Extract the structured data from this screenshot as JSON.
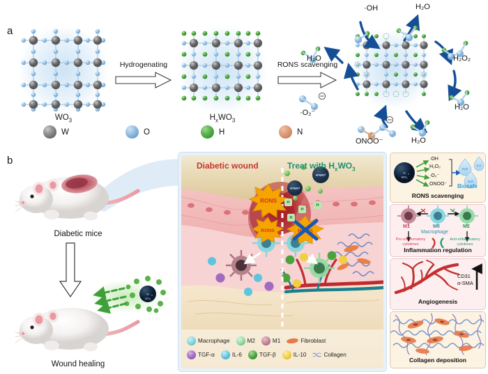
{
  "figure": {
    "panel_a_letter": "a",
    "panel_b_letter": "b"
  },
  "panel_a": {
    "structures": [
      {
        "name": "wo3",
        "formula_html": "WO<sub>3</sub>",
        "formula_text": "WO3"
      },
      {
        "name": "hxwo3",
        "formula_html": "H<sub>x</sub>WO<sub>3</sub>",
        "formula_text": "HxWO3"
      }
    ],
    "arrows": [
      {
        "name": "hydrogenating",
        "label": "Hydrogenating"
      },
      {
        "name": "rons-scavenging",
        "label": "RONS scavenging"
      }
    ],
    "atom_legend": [
      {
        "symbol": "W",
        "name": "tungsten",
        "color": "#7a7a7a"
      },
      {
        "symbol": "O",
        "name": "oxygen",
        "color": "#7fb0d8"
      },
      {
        "symbol": "H",
        "name": "hydrogen",
        "color": "#4aa23c"
      },
      {
        "symbol": "N",
        "name": "nitrogen",
        "color": "#cf8a63"
      }
    ],
    "reaction_labels": {
      "hydroxyl_radical": "·OH",
      "water_top": "H₂O",
      "water_left": "H₂O",
      "hydrogen_peroxide": "H₂O₂",
      "superoxide": "·O₂⁻",
      "water_right": "H₂O",
      "peroxynitrite": "ONOO⁻",
      "water_bottom": "H₂O"
    }
  },
  "panel_b": {
    "mice": [
      {
        "name": "diabetic-mice",
        "label": "Diabetic mice"
      },
      {
        "name": "wound-healing",
        "label": "Wound healing"
      }
    ],
    "nanoparticle_label": "HxWO3",
    "wound": {
      "left_title": "Diabetic wound",
      "left_title_color": "#c6362c",
      "right_title": "Treat with H",
      "right_title_sub": "x",
      "right_title_tail": "WO",
      "right_title_sub2": "3",
      "right_title_color": "#1f8f6e",
      "burst_label": "RONS",
      "burst_color": "#f5a400",
      "nanoparticle_label": "HxWO3",
      "hydrogen_label": "H"
    },
    "legend": {
      "row1": [
        {
          "label": "Macrophage",
          "color": "#7fd6dd"
        },
        {
          "label": "M2",
          "color": "#8fd9a6"
        },
        {
          "label": "M1",
          "color": "#c08395"
        },
        {
          "label": "Fibroblast",
          "color": "#e8794a"
        }
      ],
      "row2": [
        {
          "label": "TGF-α",
          "color": "#a06cc0"
        },
        {
          "label": "IL-6",
          "color": "#5fc5de"
        },
        {
          "label": "TGF-β",
          "color": "#4aa23c"
        },
        {
          "label": "IL-10",
          "color": "#f2cf3f"
        },
        {
          "label": "Collagen",
          "color": "#7fa8d8"
        }
      ]
    },
    "mini_panels": [
      {
        "name": "rons-scavenging",
        "title": "RONS scavenging",
        "nanoparticle": "HxWO3",
        "species": [
          "·OH",
          "H₂O₂",
          "·O₂⁻",
          "ONOO⁻"
        ],
        "product_label": "Biosafe",
        "product_color": "#29a3d8",
        "droplet_label": "H₂O"
      },
      {
        "name": "inflammation-regulation",
        "title": "Inflammation regulation",
        "cells": [
          "M1",
          "M0",
          "M2"
        ],
        "cell_sub": "Macrophage",
        "left_text": "Pro-inflammatory cytokines",
        "left_color": "#e0364f",
        "right_text": "Anti-inflammatory cytokines",
        "right_color": "#22a06b"
      },
      {
        "name": "angiogenesis",
        "title": "Angiogenesis",
        "markers": [
          "CD31",
          "α-SMA"
        ],
        "marker_trend": "up"
      },
      {
        "name": "collagen-deposition",
        "title": "Collagen deposition"
      }
    ]
  }
}
